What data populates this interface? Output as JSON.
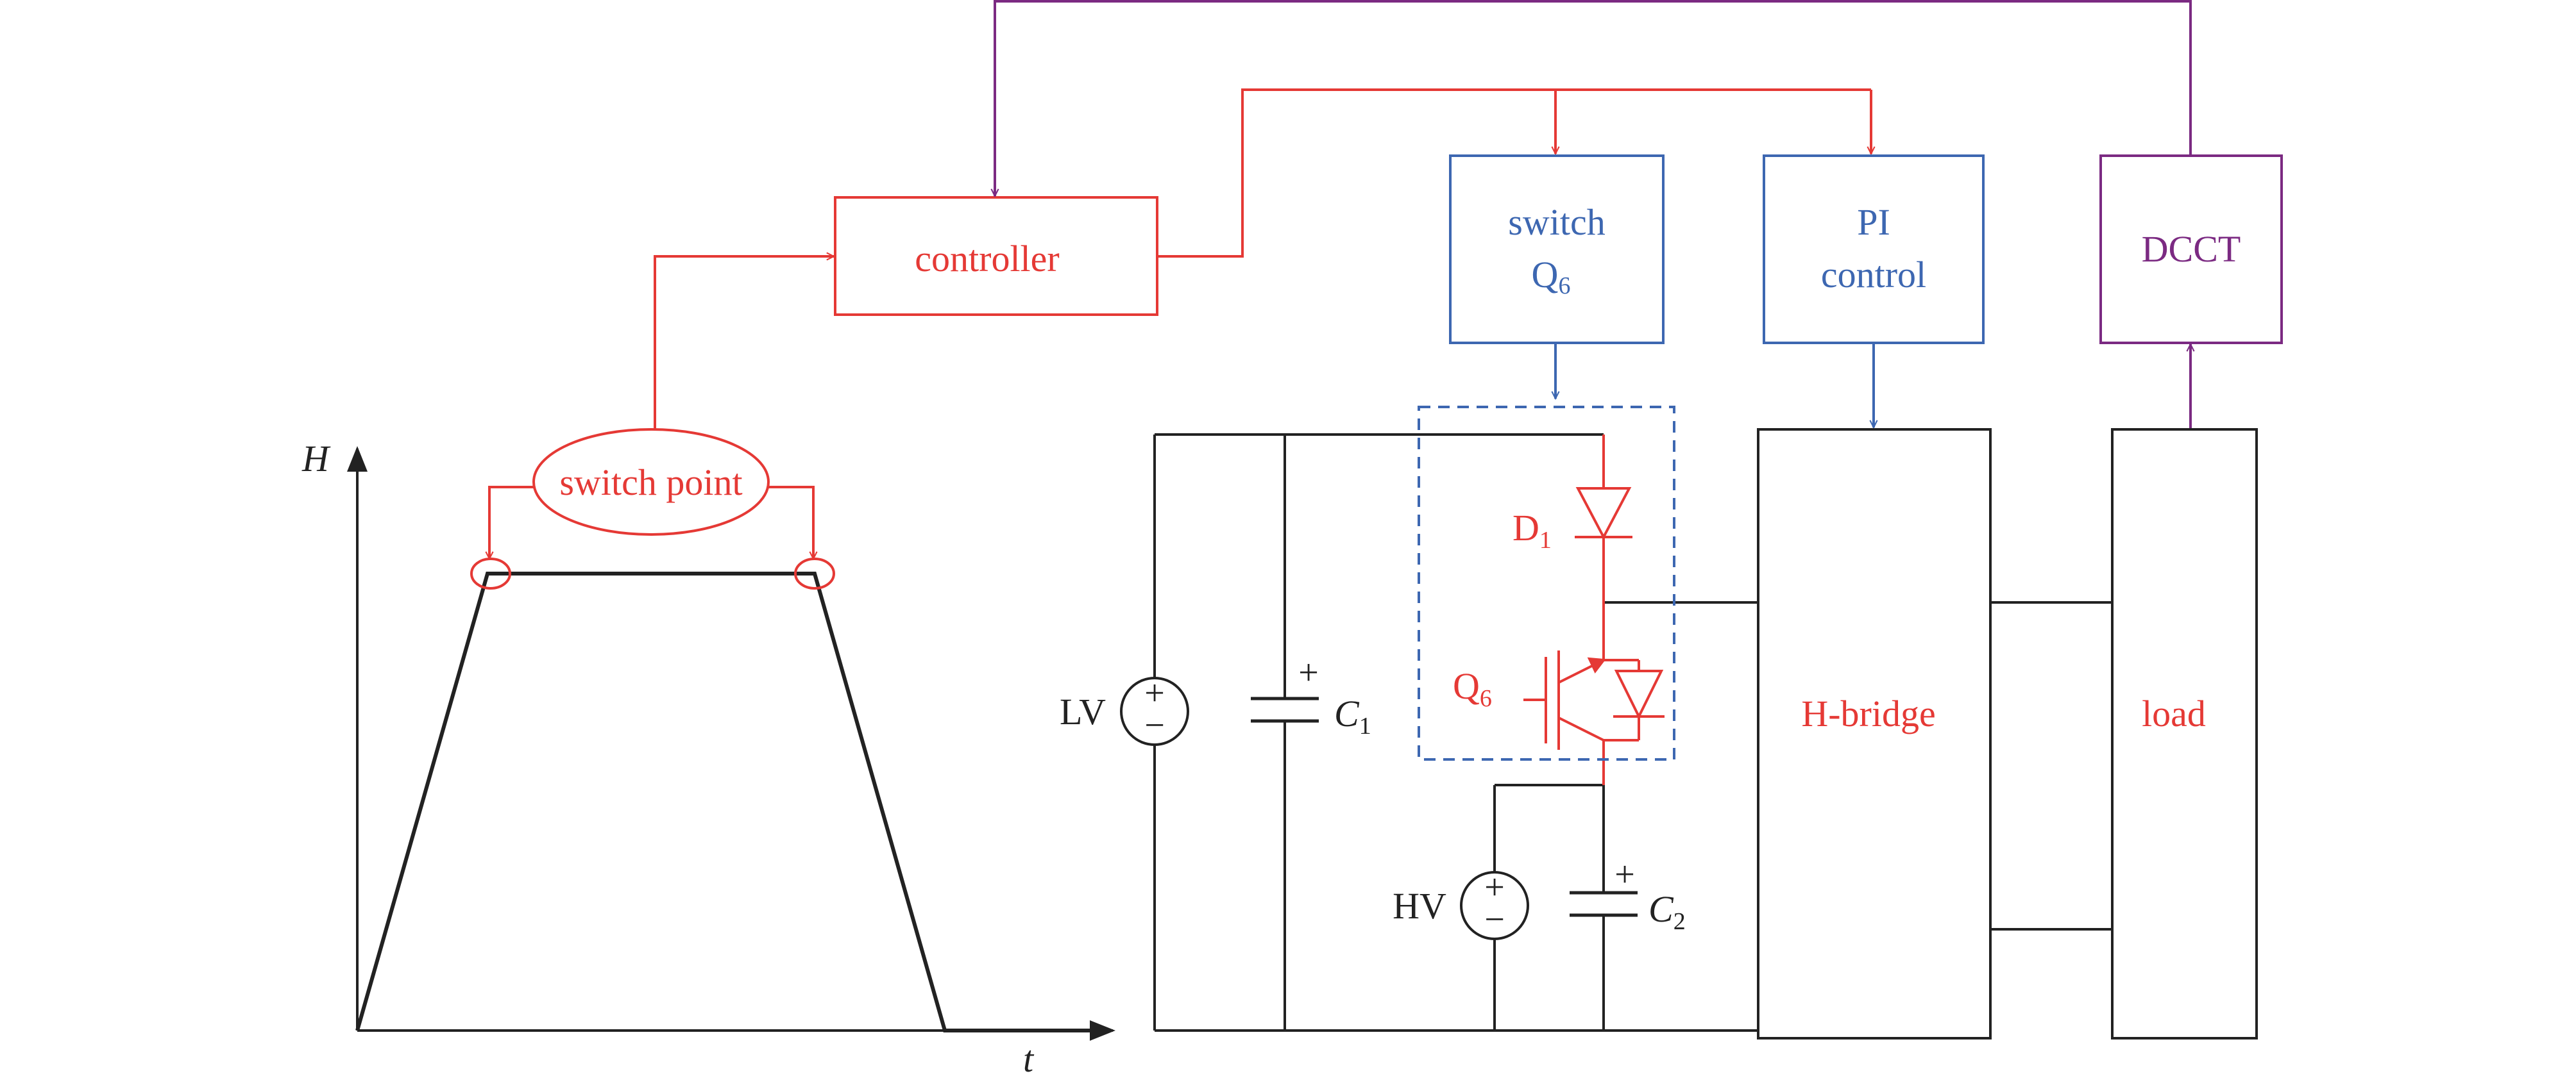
{
  "colors": {
    "red": "#e53935",
    "blue": "#3d67b1",
    "purple": "#7b2a82",
    "black": "#222222"
  },
  "blocks": {
    "controller": "controller",
    "switch_q6_line1": "switch",
    "switch_q6_line2": "Q",
    "switch_q6_sub": "6",
    "pi_line1": "PI",
    "pi_line2": "control",
    "dcct": "DCCT",
    "hbridge": "H-bridge",
    "load": "load"
  },
  "graph": {
    "y_axis": "H",
    "x_axis": "t",
    "switch_point": "switch point"
  },
  "components": {
    "lv": "LV",
    "hv": "HV",
    "c1": "C",
    "c1_sub": "1",
    "c2": "C",
    "c2_sub": "2",
    "d1": "D",
    "d1_sub": "1",
    "q6": "Q",
    "q6_sub": "6",
    "plus": "+",
    "minus": "−"
  }
}
